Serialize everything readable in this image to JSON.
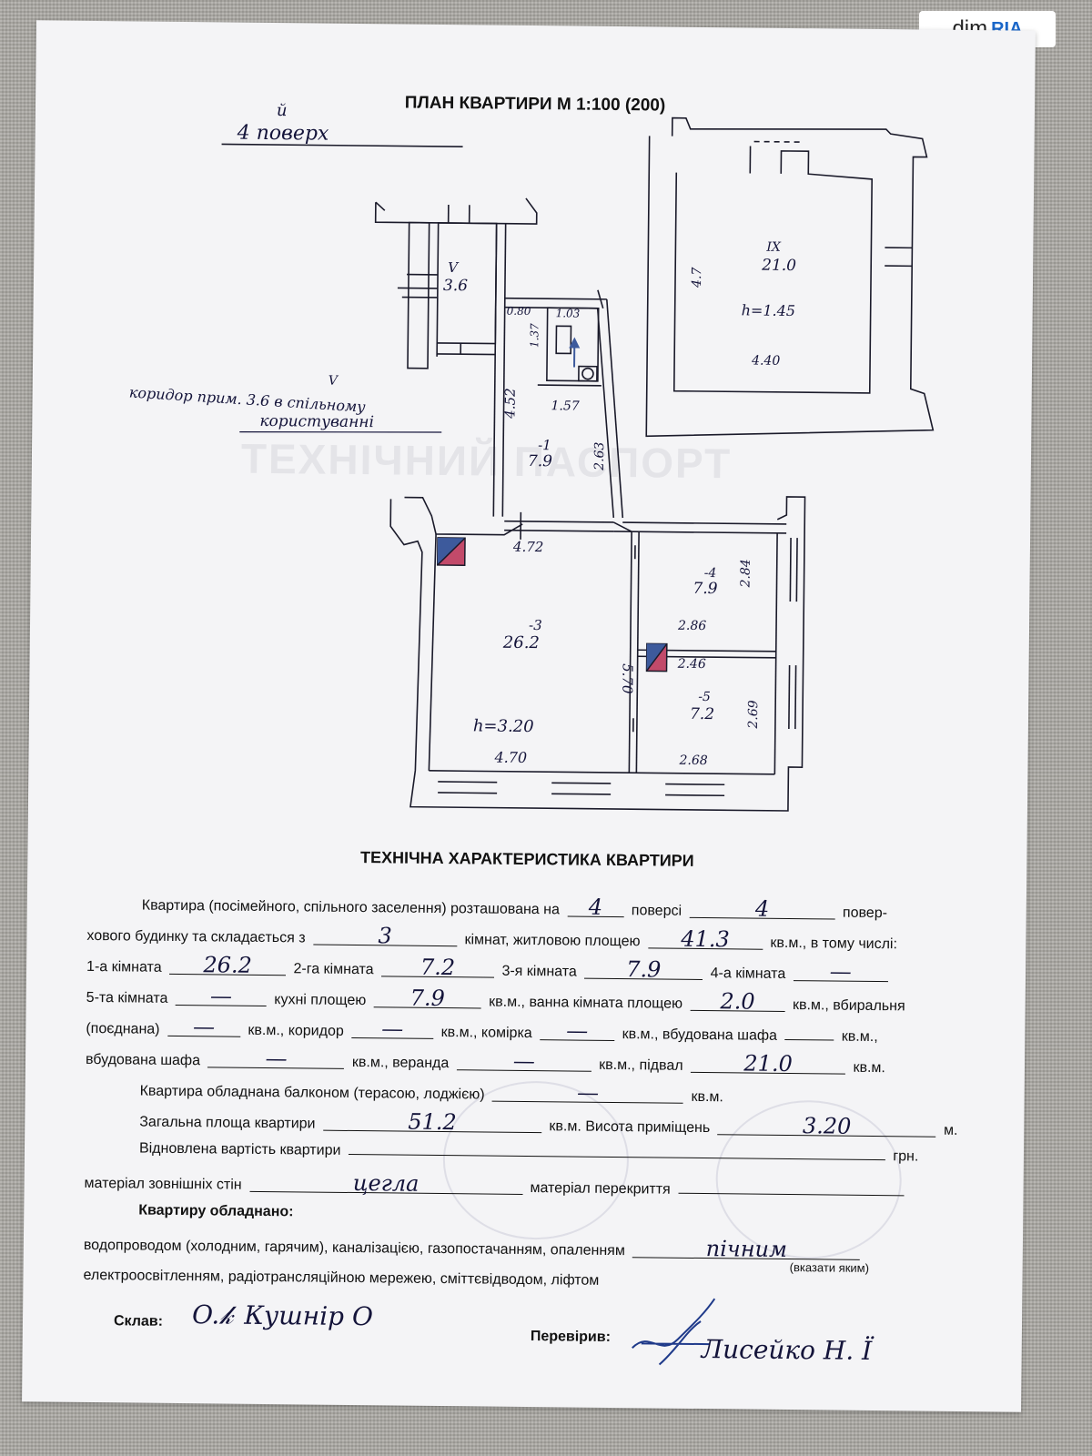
{
  "watermark": {
    "brand": "dim",
    "ria": "RIA"
  },
  "plan_title": "ПЛАН КВАРТИРИ М 1:100 (200)",
  "floor_note": {
    "sup": "й",
    "text": "4 поверх"
  },
  "corridor_note": {
    "line1": "коридор прим. 3.6 в спільному",
    "sup": "V",
    "line2": "користуванні"
  },
  "rooms": {
    "r5": {
      "label": "V",
      "area": "3.6"
    },
    "r1": {
      "label": "-1",
      "area": "7.9"
    },
    "r2": {
      "area": "1.03"
    },
    "r3": {
      "label": "-3",
      "area": "26.2",
      "height": "h=3.20"
    },
    "r4": {
      "label": "-4",
      "area": "7.9"
    },
    "r5b": {
      "label": "-5",
      "area": "7.2"
    },
    "r9": {
      "label": "IX",
      "area": "21.0",
      "height": "h=1.45"
    }
  },
  "dims": {
    "d080": "0.80",
    "d137": "1.37",
    "d452": "4.52",
    "d157": "1.57",
    "d263": "2.63",
    "d472": "4.72",
    "d570": "5.70",
    "d470": "4.70",
    "d286": "2.86",
    "d246": "2.46",
    "d284": "2.84",
    "d269": "2.69",
    "d268": "2.68",
    "d47": "4.7",
    "d440": "4.40",
    "stamp_bg": "ТЕХНІЧНИЙ ПАСПОРТ"
  },
  "tech_title": "ТЕХНІЧНА ХАРАКТЕРИСТИКА КВАРТИРИ",
  "form": {
    "l1a": "Квартира (посімейного, спільного заселення) розташована на",
    "l1_floor": "4",
    "l1b": "поверсі",
    "l1_floors": "4",
    "l1c": "повер-",
    "l2a": "хового будинку та складається з",
    "l2_rooms": "3",
    "l2b": "кімнат, житловою площею",
    "l2_living": "41.3",
    "l2c": "кв.м., в тому числі:",
    "l3a": "1-а кімната",
    "l3_r1": "26.2",
    "l3b": "2-га кімната",
    "l3_r2": "7.2",
    "l3c": "3-я кімната",
    "l3_r3": "7.9",
    "l3d": "4-а кімната",
    "l3_r4": "—",
    "l4a": "5-та кімната",
    "l4_r5": "—",
    "l4b": "кухні площею",
    "l4_kitchen": "7.9",
    "l4c": "кв.м., ванна кімната площею",
    "l4_bath": "2.0",
    "l4d": "кв.м., вбиральня",
    "l5a": "(поєднана)",
    "l5_wc": "—",
    "l5b": "кв.м., коридор",
    "l5_corr": "—",
    "l5c": "кв.м., комірка",
    "l5_stor": "—",
    "l5d": "кв.м., вбудована шафа",
    "l5e": "кв.м.,",
    "l6a": "вбудована шафа",
    "l6_wardrobe": "—",
    "l6b": "кв.м., веранда",
    "l6_veranda": "—",
    "l6c": "кв.м., підвал",
    "l6_basement": "21.0",
    "l6d": "кв.м.",
    "l7a": "Квартира обладнана балконом (терасою, лоджією)",
    "l7_balcony": "—",
    "l7b": "кв.м.",
    "l8a": "Загальна площа квартири",
    "l8_total": "51.2",
    "l8b": "кв.м. Висота приміщень",
    "l8_height": "3.20",
    "l8c": "м.",
    "l9a": "Відновлена вартість квартири",
    "l9b": "грн.",
    "l10a": "матеріал зовнішніх стін",
    "l10_walls": "цегла",
    "l10b": "матеріал перекриття",
    "l11": "Квартиру обладнано:",
    "l12a": "водопроводом (холодним, гарячим), каналізацією, газопостачанням, опаленням",
    "l12_heat": "пічним",
    "l12_note": "(вказати яким)",
    "l13": "електроосвітленням, радіотрансляційною мережею, сміттєвідводом, ліфтом",
    "sklav": "Склав:",
    "sklav_sig": "Кушнір О",
    "perev": "Перевірив:",
    "perev_sig": "Лисейко Н. Ї"
  }
}
